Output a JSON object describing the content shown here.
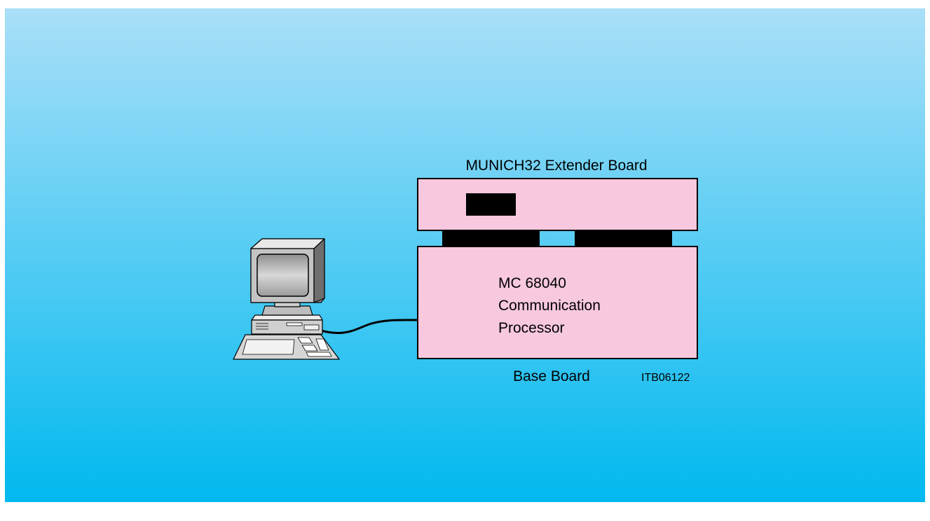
{
  "diagram": {
    "extender_board_label": "MUNICH32 Extender Board",
    "processor_line1": "MC 68040",
    "processor_line2": "Communication",
    "processor_line3": "Processor",
    "base_board_label": "Base Board",
    "figure_id": "ITB06122"
  },
  "colors": {
    "background_top": "#aadff8",
    "background_bottom": "#00b9ef",
    "board_fill": "#f7c8de",
    "connector_fill": "#000000",
    "computer_light": "#e4e4e4",
    "computer_mid": "#b8b8b8",
    "computer_dark": "#7a7a7a"
  },
  "icons": {
    "workstation": "desktop-computer-icon"
  }
}
